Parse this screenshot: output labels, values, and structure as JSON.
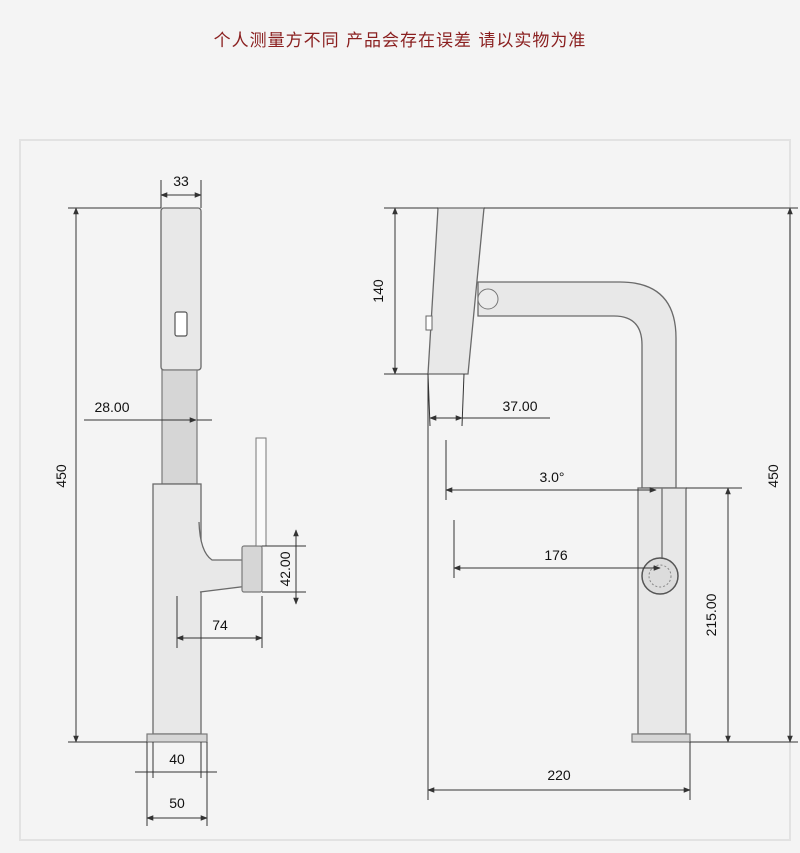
{
  "notice": "个人测量方不同 产品会存在误差 请以实物为准",
  "front_view": {
    "dims": {
      "head_width": "33",
      "total_height": "450",
      "hose_diameter": "28.00",
      "handle_diameter": "42.00",
      "handle_length": "74",
      "body_width": "40",
      "base_width": "50"
    }
  },
  "side_view": {
    "dims": {
      "head_height": "140",
      "head_width": "37.00",
      "tilt_angle": "3.0°",
      "spout_reach": "176",
      "body_height": "215.00",
      "total_height": "450",
      "total_width": "220"
    }
  },
  "colors": {
    "notice": "#8a1f1f",
    "lines": "#333333",
    "body": "#e8e8e8"
  }
}
